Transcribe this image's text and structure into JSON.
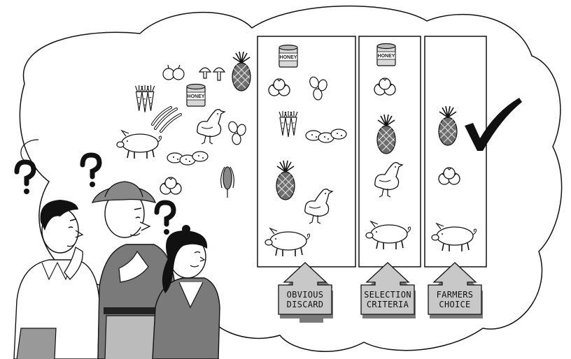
{
  "columns": [
    {
      "id": "obvious-discard",
      "label_lines": [
        "OBVIOUS",
        "DISCARD"
      ]
    },
    {
      "id": "selection-criteria",
      "label_lines": [
        "SELECTION",
        "CRITERIA"
      ]
    },
    {
      "id": "farmers-choice",
      "label_lines": [
        "FARMERS",
        "CHOICE"
      ]
    }
  ],
  "honey_label": "HONEY",
  "colors": {
    "outline": "#111111",
    "arrow_fill": "#c8c8c8",
    "arrow_shadow": "#7a7a7a",
    "panel_fill": "#ffffff",
    "thought_bubble": "#ffffff"
  },
  "icons": [
    "question-mark-icon",
    "thought-bubble",
    "checkmark-icon",
    "honey-can-icon",
    "tomato-icon",
    "carrot-icon",
    "beans-icon",
    "pineapple-icon",
    "chicken-icon",
    "pig-icon",
    "potato-icon",
    "corn-icon",
    "mushroom-icon",
    "apple-icon"
  ]
}
